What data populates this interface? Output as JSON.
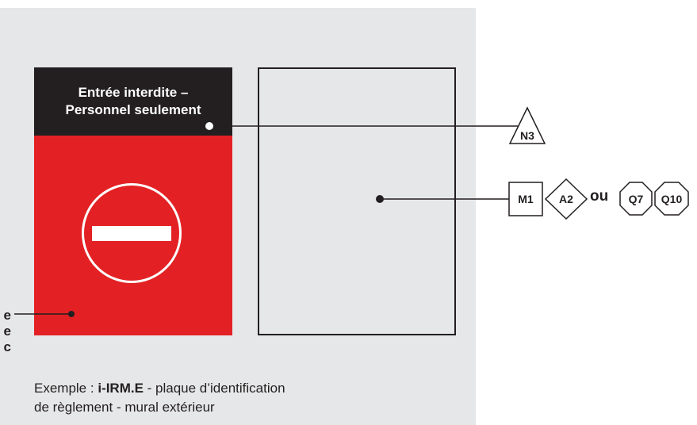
{
  "sign": {
    "header_line1": "Entrée interdite –",
    "header_line2": "Personnel seulement"
  },
  "symbols": {
    "triangle": "N3",
    "square": "M1",
    "diamond": "A2",
    "connector": "ou",
    "octagon1": "Q7",
    "octagon2": "Q10"
  },
  "caption": {
    "prefix": "Exemple : ",
    "code": "i-IRM.E",
    "rest": " - plaque d’identification",
    "line2": "de règlement - mural extérieur"
  },
  "edge_label": "e e c",
  "colors": {
    "panel": "#e6e7e8",
    "sign_red": "#e32124",
    "header_black": "#231f20",
    "line": "#231f20"
  }
}
